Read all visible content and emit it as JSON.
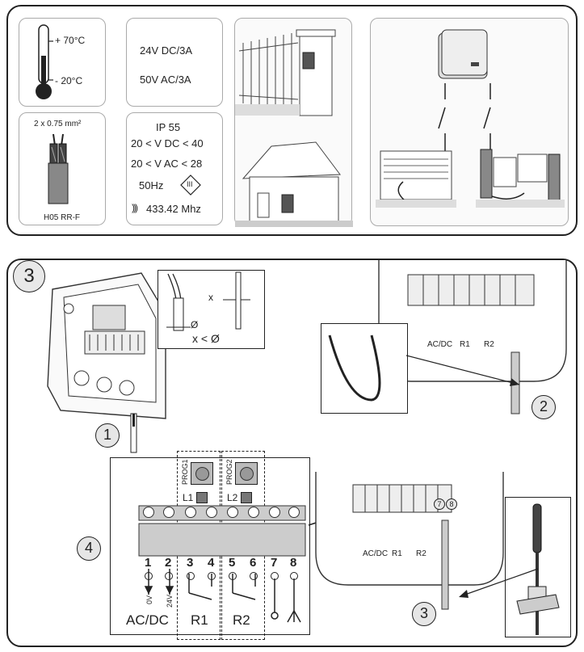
{
  "specs": {
    "temp_max": "+ 70°C",
    "temp_min": "- 20°C",
    "power_dc": "24V DC/3A",
    "power_ac": "50V AC/3A",
    "cable_section": "2 x 0.75 mm²",
    "cable_type": "H05 RR-F",
    "ip_rating": "IP 55",
    "vdc_range": "20 < V DC < 40",
    "vac_range": "20 < V AC < 28",
    "frequency": "50Hz",
    "class_symbol": "III",
    "radio_freq": "433.42 Mhz"
  },
  "section3": {
    "badge": "3",
    "wire_rule": "x < Ø",
    "x_label": "x",
    "diameter_label": "Ø",
    "steps": [
      "1",
      "2",
      "3",
      "4"
    ]
  },
  "terminals": {
    "numbers": [
      "1",
      "2",
      "3",
      "4",
      "5",
      "6",
      "7",
      "8"
    ],
    "v0": "0V",
    "v24": "24V",
    "group_acdc": "AC/DC",
    "group_r1": "R1",
    "group_r2": "R2",
    "prog1": "PROG1",
    "prog2": "PROG2",
    "led1": "L1",
    "led2": "L2"
  }
}
